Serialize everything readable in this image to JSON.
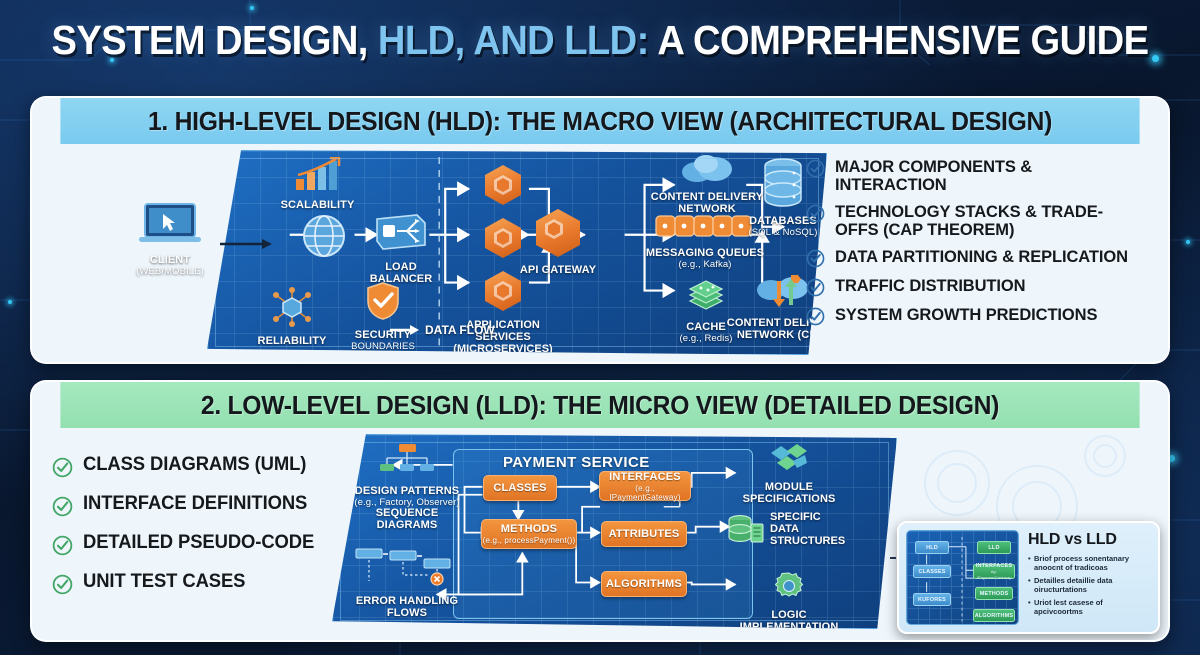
{
  "title": {
    "part1": "SYSTEM DESIGN, ",
    "highlight": "HLD, AND LLD:",
    "part2": " A COMPREHENSIVE GUIDE"
  },
  "colors": {
    "background": "#0b1e3c",
    "hld_header": "#79caef",
    "lld_header": "#93e0b0",
    "panel_bg": "#eef6fc",
    "slab_blue": "#15539e",
    "accent_orange": "#e8782b",
    "accent_green": "#34a853",
    "title_highlight": "#7fc4ef"
  },
  "hld": {
    "header": "1. HIGH-LEVEL DESIGN (HLD): THE MACRO VIEW (ARCHITECTURAL DESIGN)",
    "checklist": [
      "MAJOR COMPONENTS & INTERACTION",
      "TECHNOLOGY STACKS & TRADE-OFFS (CAP THEOREM)",
      "DATA PARTITIONING & REPLICATION",
      "TRAFFIC DISTRIBUTION",
      "SYSTEM GROWTH PREDICTIONS"
    ],
    "check_icon": "circled-check-icon",
    "diagram": {
      "client": {
        "label": "CLIENT",
        "sub": "(WEB/MOBILE)",
        "icon": "laptop-icon"
      },
      "scalability": {
        "label": "SCALABILITY",
        "icon": "bar-chart-growth-icon"
      },
      "globe": {
        "label": "",
        "icon": "globe-icon"
      },
      "load_balancer": {
        "label": "LOAD BALANCER",
        "icon": "load-balancer-icon"
      },
      "reliability": {
        "label": "RELIABILITY",
        "icon": "network-node-icon"
      },
      "security": {
        "label": "SECURITY",
        "sub": "BOUNDARIES",
        "icon": "shield-check-icon"
      },
      "app_services": {
        "label": "APPLICATION SERVICES",
        "sub": "(MICROSERVICES)",
        "icon": "hexagon-icon",
        "count": 3
      },
      "api_gateway": {
        "label": "API GATEWAY",
        "icon": "hexagon-gateway-icon"
      },
      "data_flow": {
        "label": "DATA FLOW",
        "icon": "arrow-right-icon"
      },
      "cdn_top": {
        "label": "CONTENT DELIVERY",
        "sub": "NETWORK",
        "icon": "cloud-icon"
      },
      "messaging": {
        "label": "MESSAGING QUEUES",
        "sub": "(e.g., Kafka)",
        "icon": "queue-icon"
      },
      "cache": {
        "label": "CACHE",
        "sub": "(e.g., Redis)",
        "icon": "cache-stack-icon"
      },
      "databases": {
        "label": "DATABASES",
        "sub": "(SQL & NoSQL)",
        "icon": "database-cylinder-icon"
      },
      "cdn_bottom": {
        "label": "CONTENT DELIVERY",
        "sub": "NETWORK (CDN)",
        "icon": "cloud-sync-icon"
      }
    }
  },
  "lld": {
    "header": "2. LOW-LEVEL DESIGN (LLD): THE MICRO VIEW (DETAILED DESIGN)",
    "checklist": [
      "CLASS DIAGRAMS (UML)",
      "INTERFACE DEFINITIONS",
      "DETAILED PSEUDO-CODE",
      "UNIT TEST CASES"
    ],
    "check_icon": "circled-check-icon",
    "diagram": {
      "design_patterns": {
        "label": "DESIGN PATTERNS",
        "sub": "(e.g., Factory, Observer)",
        "icon": "hierarchy-tree-icon"
      },
      "sequence_diagrams": {
        "label": "SEQUENCE",
        "sub": "DIAGRAMS",
        "icon": "sequence-icon"
      },
      "error_handling": {
        "label": "ERROR HANDLING",
        "sub": "FLOWS",
        "icon": "error-x-icon"
      },
      "service_title": "PAYMENT SERVICE",
      "classes": {
        "label": "CLASSES"
      },
      "interfaces": {
        "label": "INTERFACES",
        "sub": "(e.g., IPaymentGateway)"
      },
      "methods": {
        "label": "METHODS",
        "sub": "(e.g., processPayment())"
      },
      "attributes": {
        "label": "ATTRIBUTES"
      },
      "algorithms": {
        "label": "ALGORITHMS"
      },
      "module_specs": {
        "label": "MODULE",
        "sub": "SPECIFICATIONS",
        "icon": "module-blocks-icon"
      },
      "data_structures": {
        "label": "SPECIFIC",
        "sub": "DATA",
        "sub2": "STRUCTURES",
        "icon": "database-list-icon"
      },
      "logic_impl": {
        "label": "LOGIC",
        "sub": "IMPLEMENTATION",
        "icon": "gear-icon"
      }
    }
  },
  "vs_card": {
    "title": "HLD vs LLD",
    "bullets": [
      "Briof process sonentanary anoocnt of tradicoas",
      "Detailles detaillie data oiructurtations",
      "Uriot lest casese of apcivcoortms"
    ],
    "mini_diagram": {
      "left": [
        {
          "label": "HLD"
        },
        {
          "label": "CLASSES"
        },
        {
          "label": "KUFORES"
        }
      ],
      "right": [
        {
          "label": "LLD"
        },
        {
          "label": "INTERFACES",
          "sub": "eg. IPaymentGateway"
        },
        {
          "label": "METHODS"
        },
        {
          "label": "ALGORITHMS"
        }
      ]
    }
  }
}
